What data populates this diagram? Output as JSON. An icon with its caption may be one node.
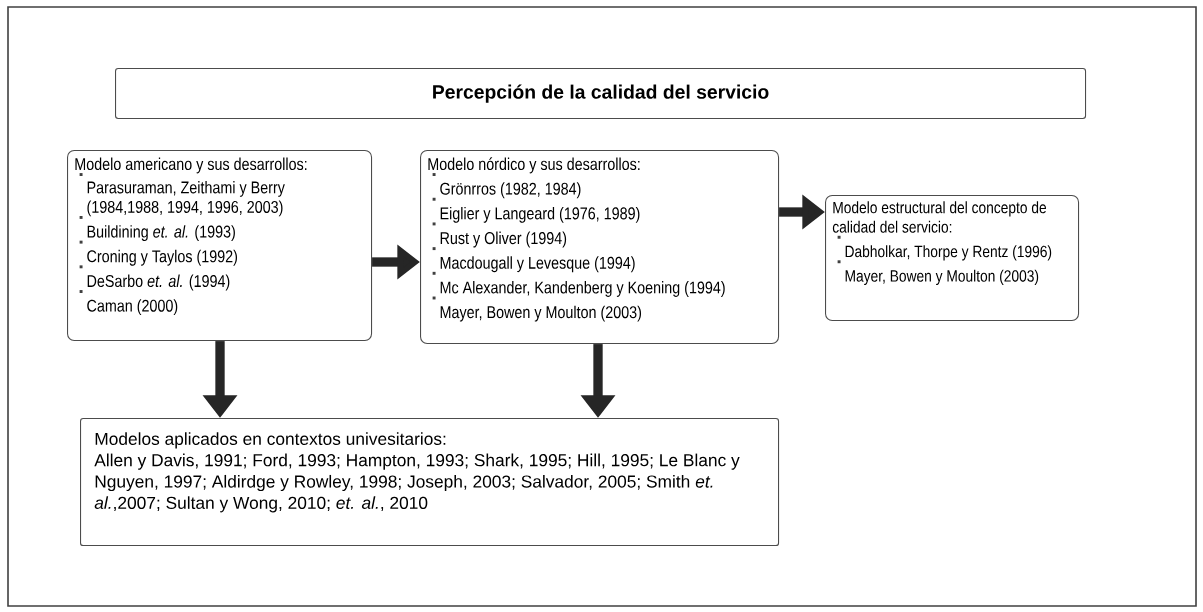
{
  "diagram": {
    "nodes": [
      {
        "text": [
          "Percepción de la calidad del servicio"
        ]
      },
      {
        "text": [
          "Modelo americano y sus desarrollos:",
          "Parasuraman, Zeithami y Berry (1984,1988, 1994, 1996, 2003)",
          "Buildining *et. al.* (1993)",
          "Croning y Taylos (1992)",
          "DeSarbo *et. al.* (1994)",
          "Caman (2000)"
        ]
      },
      {
        "text": [
          "Modelo nórdico y sus desarrollos:",
          "Grönrros (1982, 1984)",
          "Eiglier y Langeard (1976, 1989)",
          "Rust y Oliver (1994)",
          "Macdougall y Levesque (1994)",
          "Mc Alexander, Kandenberg y Koening (1994)",
          "Mayer, Bowen y Moulton (2003)"
        ]
      },
      {
        "text": [
          "Modelo estructural del concepto de calidad del servicio:",
          "Dabholkar, Thorpe y Rentz (1996)",
          "Mayer, Bowen y Moulton (2003)"
        ]
      },
      {
        "text": [
          "Modelos aplicados en contextos univesitarios:",
          "Allen y Davis, 1991; Ford, 1993; Hampton, 1993; Shark, 1995; Hill, 1995; Le Blanc y Nguyen, 1997; Aldirdge y Rowley, 1998; Joseph, 2003; Salvador, 2005; Smith *et. al.*,2007; Sultan y Wong, 2010; *et. al.*, 2010"
        ]
      }
    ],
    "edges": [
      {
        "from": 1,
        "to": 2,
        "arrow": "to"
      },
      {
        "from": 2,
        "to": 3,
        "arrow": "to"
      },
      {
        "from": 1,
        "to": 4,
        "arrow": "to"
      },
      {
        "from": 2,
        "to": 4,
        "arrow": "to"
      }
    ]
  }
}
